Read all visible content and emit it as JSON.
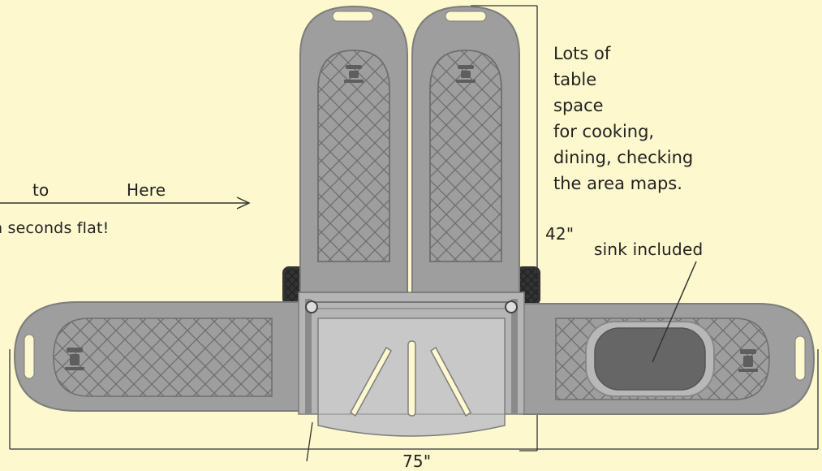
{
  "labels": {
    "from_to": "to",
    "here": "Here",
    "seconds_flat": "n seconds flat!",
    "dimension_height": "42\"",
    "dimension_width": "75\"",
    "sink": "sink included"
  },
  "description_lines": [
    "Lots of",
    "table",
    "space",
    "for cooking,",
    "dining, checking",
    "the area maps."
  ],
  "colors": {
    "background": "#fdf8cd",
    "panel": "#9e9e9e",
    "panel_dark": "#7d7d7d",
    "center": "#c8c8c8",
    "slot": "#fdf8cd"
  }
}
